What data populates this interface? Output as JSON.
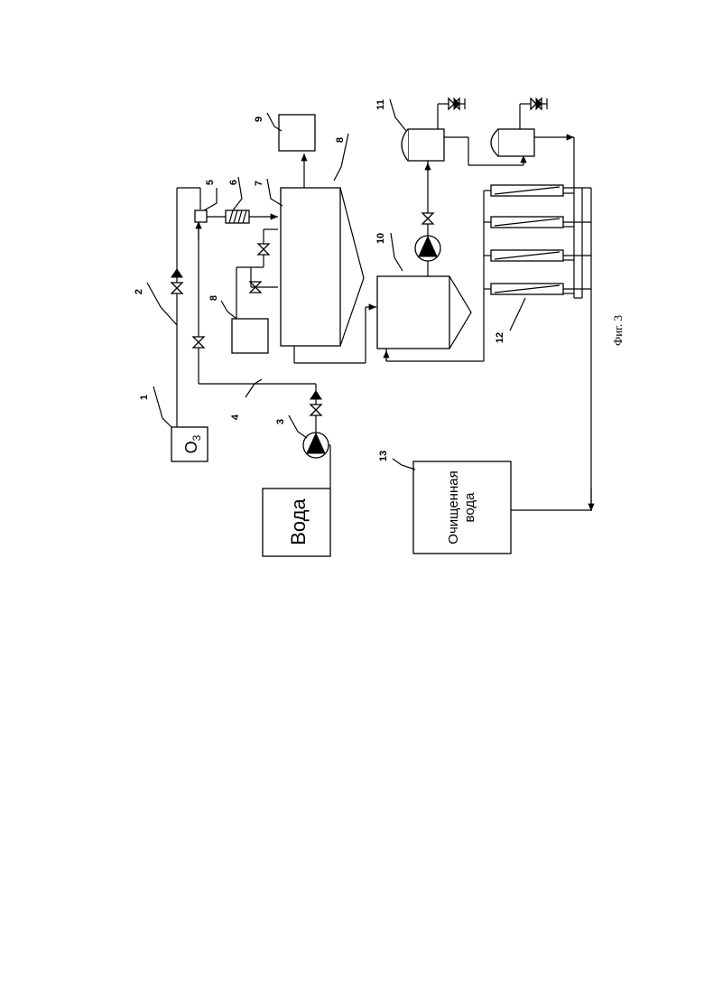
{
  "labels": {
    "water": "Вода",
    "ozone_o": "O",
    "ozone_sub": "3",
    "purified_line1": "Очищенная",
    "purified_line2": "вода",
    "figure_caption": "Фиг. 3"
  },
  "numbers": {
    "n1": "1",
    "n2": "2",
    "n3": "3",
    "n4": "4",
    "n5": "5",
    "n6": "6",
    "n7": "7",
    "n8a": "8",
    "n8b": "8",
    "n9": "9",
    "n10": "10",
    "n11": "11",
    "n12": "12",
    "n13": "13"
  }
}
